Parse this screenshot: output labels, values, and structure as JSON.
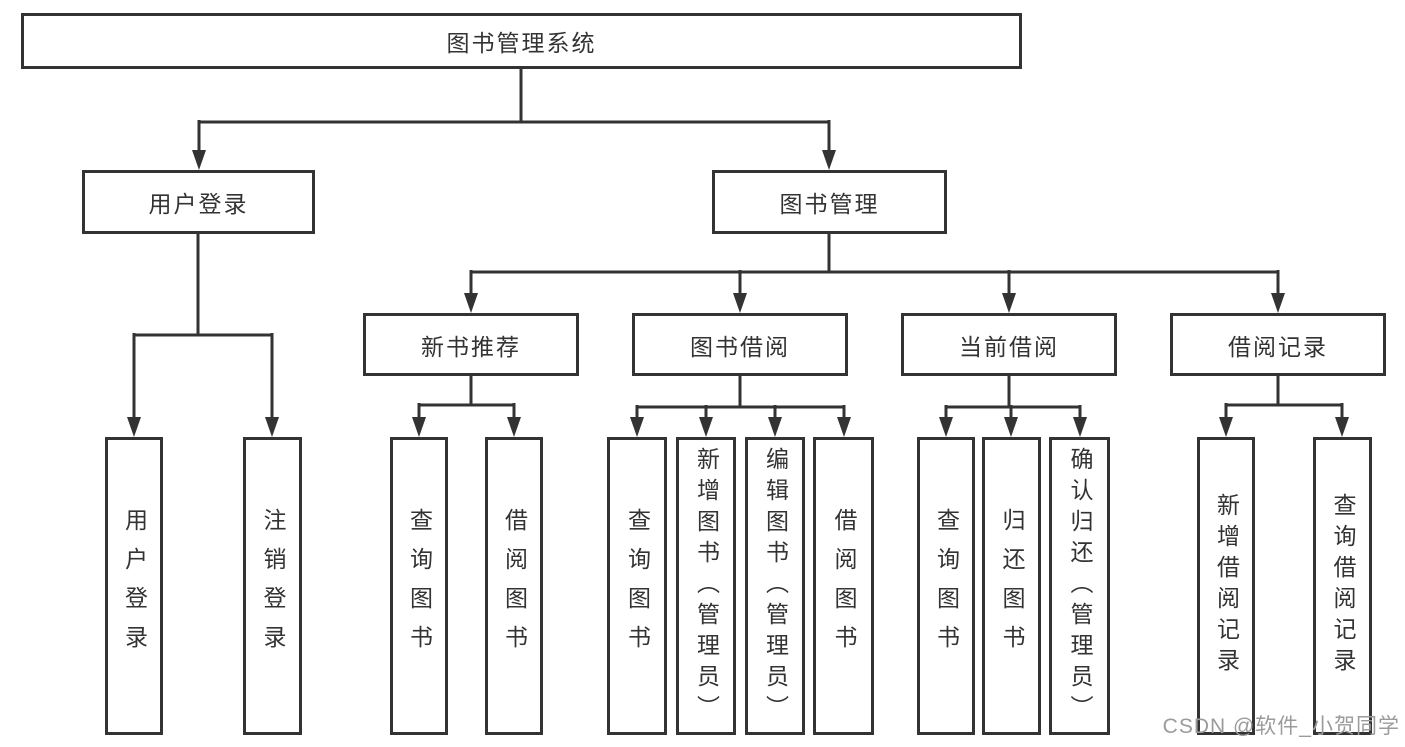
{
  "tree": {
    "root": {
      "label": "图书管理系统",
      "children": [
        {
          "label": "用户登录",
          "children": [
            {
              "label": "用户登录"
            },
            {
              "label": "注销登录"
            }
          ]
        },
        {
          "label": "图书管理",
          "children": [
            {
              "label": "新书推荐",
              "children": [
                {
                  "label": "查询图书"
                },
                {
                  "label": "借阅图书"
                }
              ]
            },
            {
              "label": "图书借阅",
              "children": [
                {
                  "label": "查询图书"
                },
                {
                  "label": "新增图书（管理员）"
                },
                {
                  "label": "编辑图书（管理员）"
                },
                {
                  "label": "借阅图书"
                }
              ]
            },
            {
              "label": "当前借阅",
              "children": [
                {
                  "label": "查询图书"
                },
                {
                  "label": "归还图书"
                },
                {
                  "label": "确认归还（管理员）"
                }
              ]
            },
            {
              "label": "借阅记录",
              "children": [
                {
                  "label": "新增借阅记录"
                },
                {
                  "label": "查询借阅记录"
                }
              ]
            }
          ]
        }
      ]
    }
  },
  "watermark": {
    "text": "CSDN @软件_小贺同学"
  },
  "colors": {
    "line": "#333333",
    "box_border": "#333333",
    "text": "#333333",
    "watermark": "#9b9b9b",
    "background": "#ffffff"
  }
}
